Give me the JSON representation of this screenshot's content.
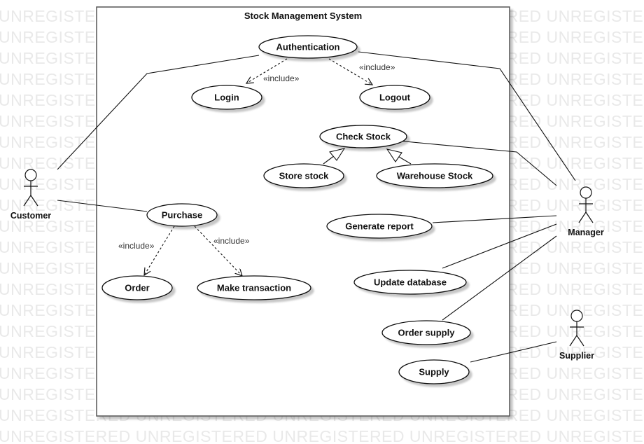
{
  "watermark": "UNREGISTERED",
  "system": {
    "title": "Stock Management System"
  },
  "use_cases": {
    "authentication": "Authentication",
    "login": "Login",
    "logout": "Logout",
    "check_stock": "Check Stock",
    "store_stock": "Store stock",
    "warehouse_stock": "Warehouse Stock",
    "purchase": "Purchase",
    "generate_report": "Generate report",
    "order": "Order",
    "make_transaction": "Make transaction",
    "update_database": "Update database",
    "order_supply": "Order supply",
    "supply": "Supply"
  },
  "actors": {
    "customer": "Customer",
    "manager": "Manager",
    "supplier": "Supplier"
  },
  "relations": {
    "include_label": "«include»"
  }
}
